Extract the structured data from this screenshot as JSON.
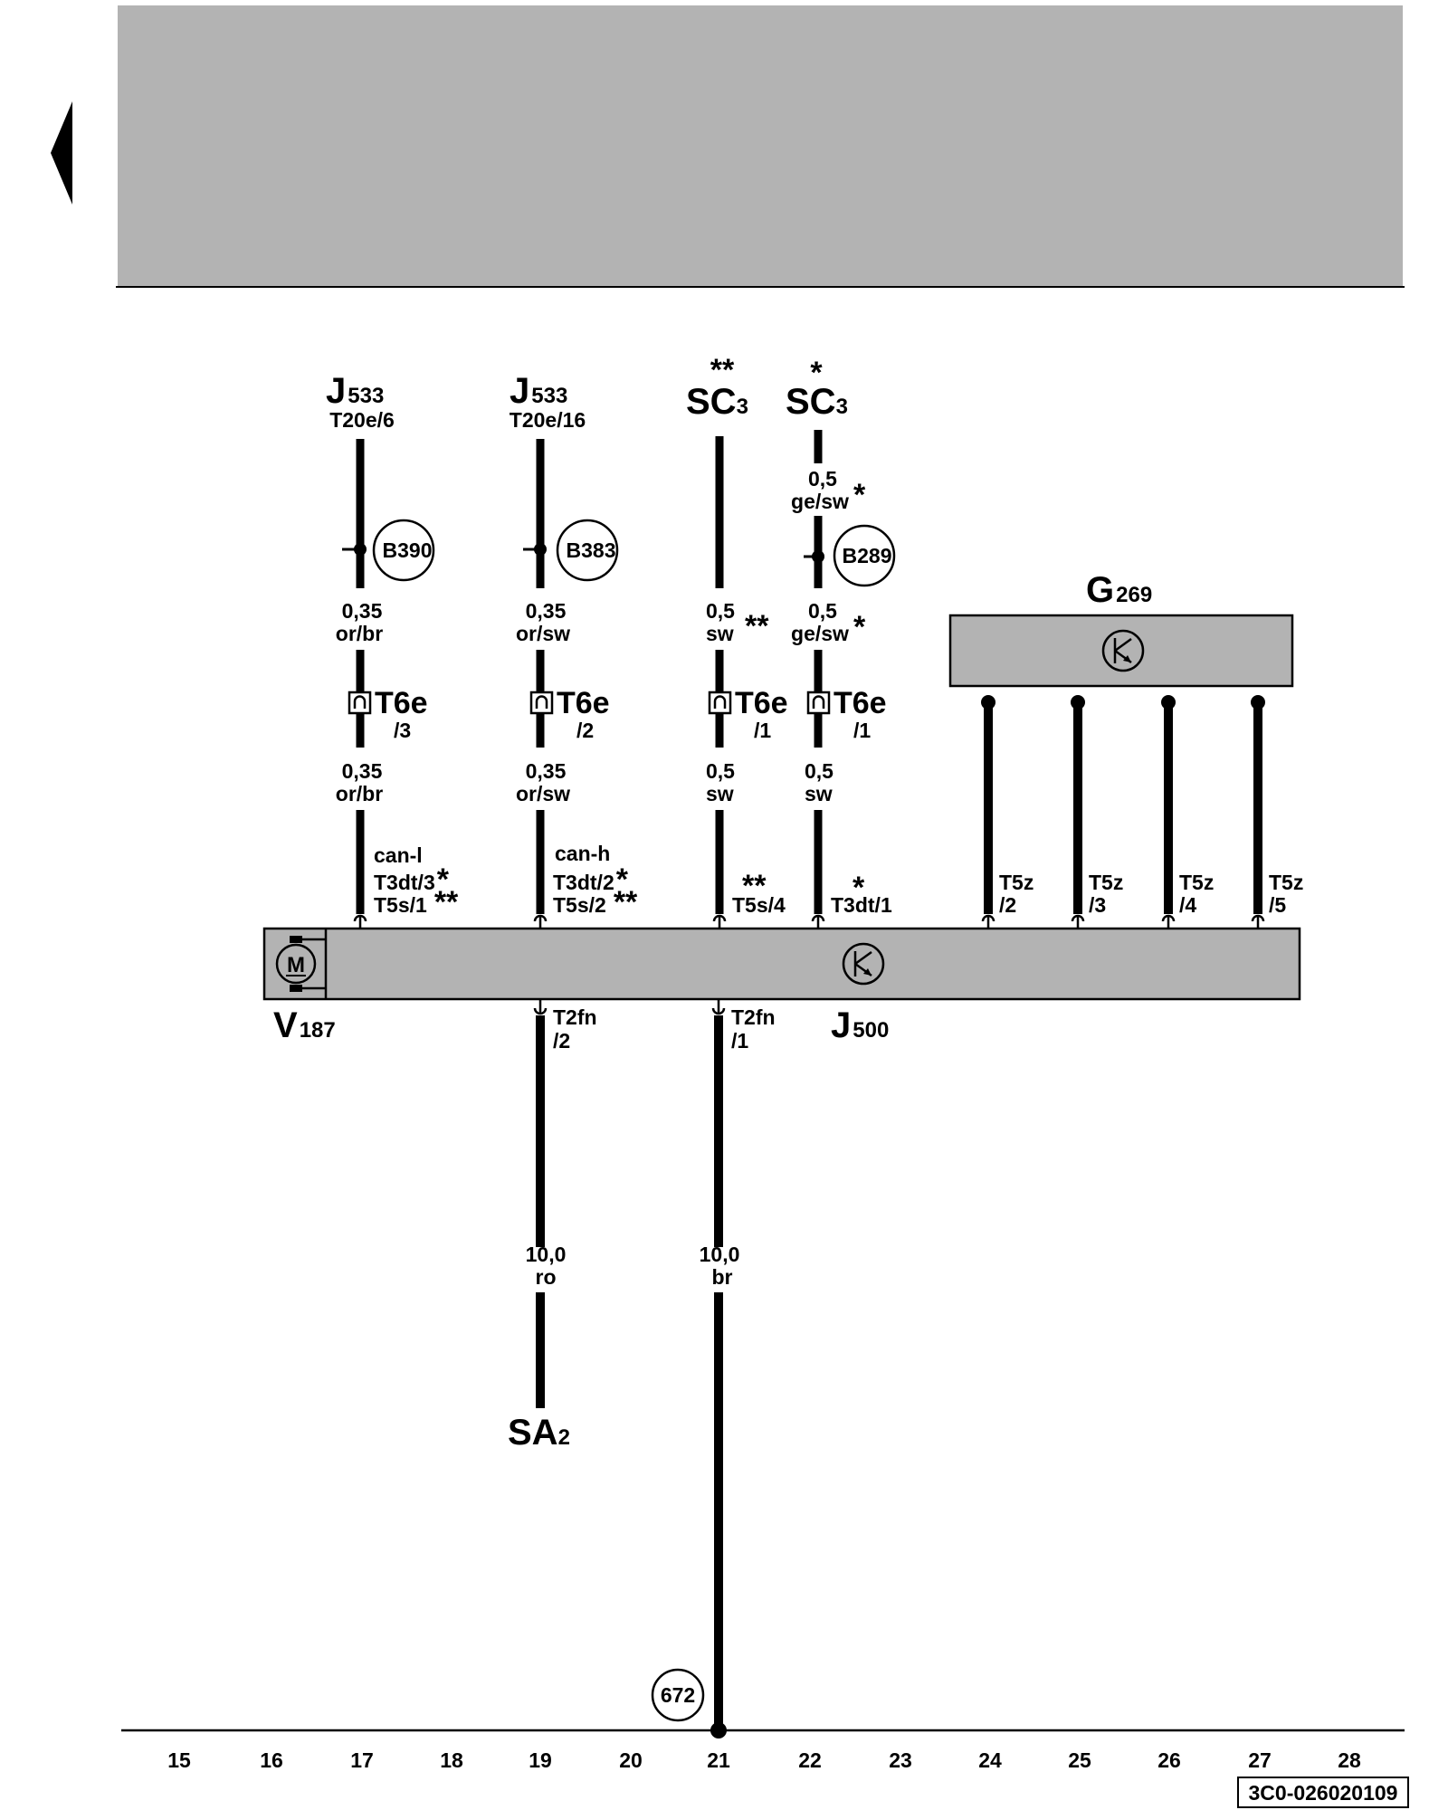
{
  "header": {
    "band_color": "#b3b3b3"
  },
  "components": {
    "j533_a": {
      "name": "J",
      "sub": "533",
      "pin": "T20e/6"
    },
    "j533_b": {
      "name": "J",
      "sub": "533",
      "pin": "T20e/16"
    },
    "sc3_a": {
      "mark": "**",
      "name": "SC",
      "sub": "3"
    },
    "sc3_b": {
      "mark": "*",
      "name": "SC",
      "sub": "3"
    },
    "g269": {
      "name": "G",
      "sub": "269"
    },
    "v187": {
      "name": "V",
      "sub": "187",
      "motor": "M"
    },
    "j500": {
      "name": "J",
      "sub": "500"
    },
    "sa2": {
      "name": "SA",
      "sub": "2"
    }
  },
  "joints": {
    "b390": "B390",
    "b383": "B383",
    "b289": "B289",
    "g672": "672"
  },
  "wires": {
    "w1": {
      "top_size": "0,35",
      "top_color": "or/br",
      "bot_size": "0,35",
      "bot_color": "or/br",
      "conn": "T6e",
      "conn_pin": "/3",
      "signal": "can-l",
      "pin1": "T3dt/3",
      "pin1_mark": "*",
      "pin2": "T5s/1",
      "pin2_mark": "**"
    },
    "w2": {
      "top_size": "0,35",
      "top_color": "or/sw",
      "bot_size": "0,35",
      "bot_color": "or/sw",
      "conn": "T6e",
      "conn_pin": "/2",
      "signal": "can-h",
      "pin1": "T3dt/2",
      "pin1_mark": "*",
      "pin2": "T5s/2",
      "pin2_mark": "**"
    },
    "w3": {
      "top_size": "0,5",
      "top_color": "sw",
      "top_mark": "**",
      "bot_size": "0,5",
      "bot_color": "sw",
      "conn": "T6e",
      "conn_pin": "/1",
      "pin_mark": "**",
      "pin": "T5s/4"
    },
    "w4": {
      "pre_size": "0,5",
      "pre_color": "ge/sw",
      "pre_mark": "*",
      "top_size": "0,5",
      "top_color": "ge/sw",
      "top_mark": "*",
      "bot_size": "0,5",
      "bot_color": "sw",
      "conn": "T6e",
      "conn_pin": "/1",
      "pin_mark": "*",
      "pin": "T3dt/1"
    },
    "g1": {
      "pin": "T5z",
      "pin_no": "/2"
    },
    "g2": {
      "pin": "T5z",
      "pin_no": "/3"
    },
    "g3": {
      "pin": "T5z",
      "pin_no": "/4"
    },
    "g4": {
      "pin": "T5z",
      "pin_no": "/5"
    },
    "p1": {
      "pin": "T2fn",
      "pin_no": "/2",
      "size": "10,0",
      "color": "ro"
    },
    "p2": {
      "pin": "T2fn",
      "pin_no": "/1",
      "size": "10,0",
      "color": "br"
    }
  },
  "grid": [
    "15",
    "16",
    "17",
    "18",
    "19",
    "20",
    "21",
    "22",
    "23",
    "24",
    "25",
    "26",
    "27",
    "28"
  ],
  "doc_id": "3C0-026020109"
}
